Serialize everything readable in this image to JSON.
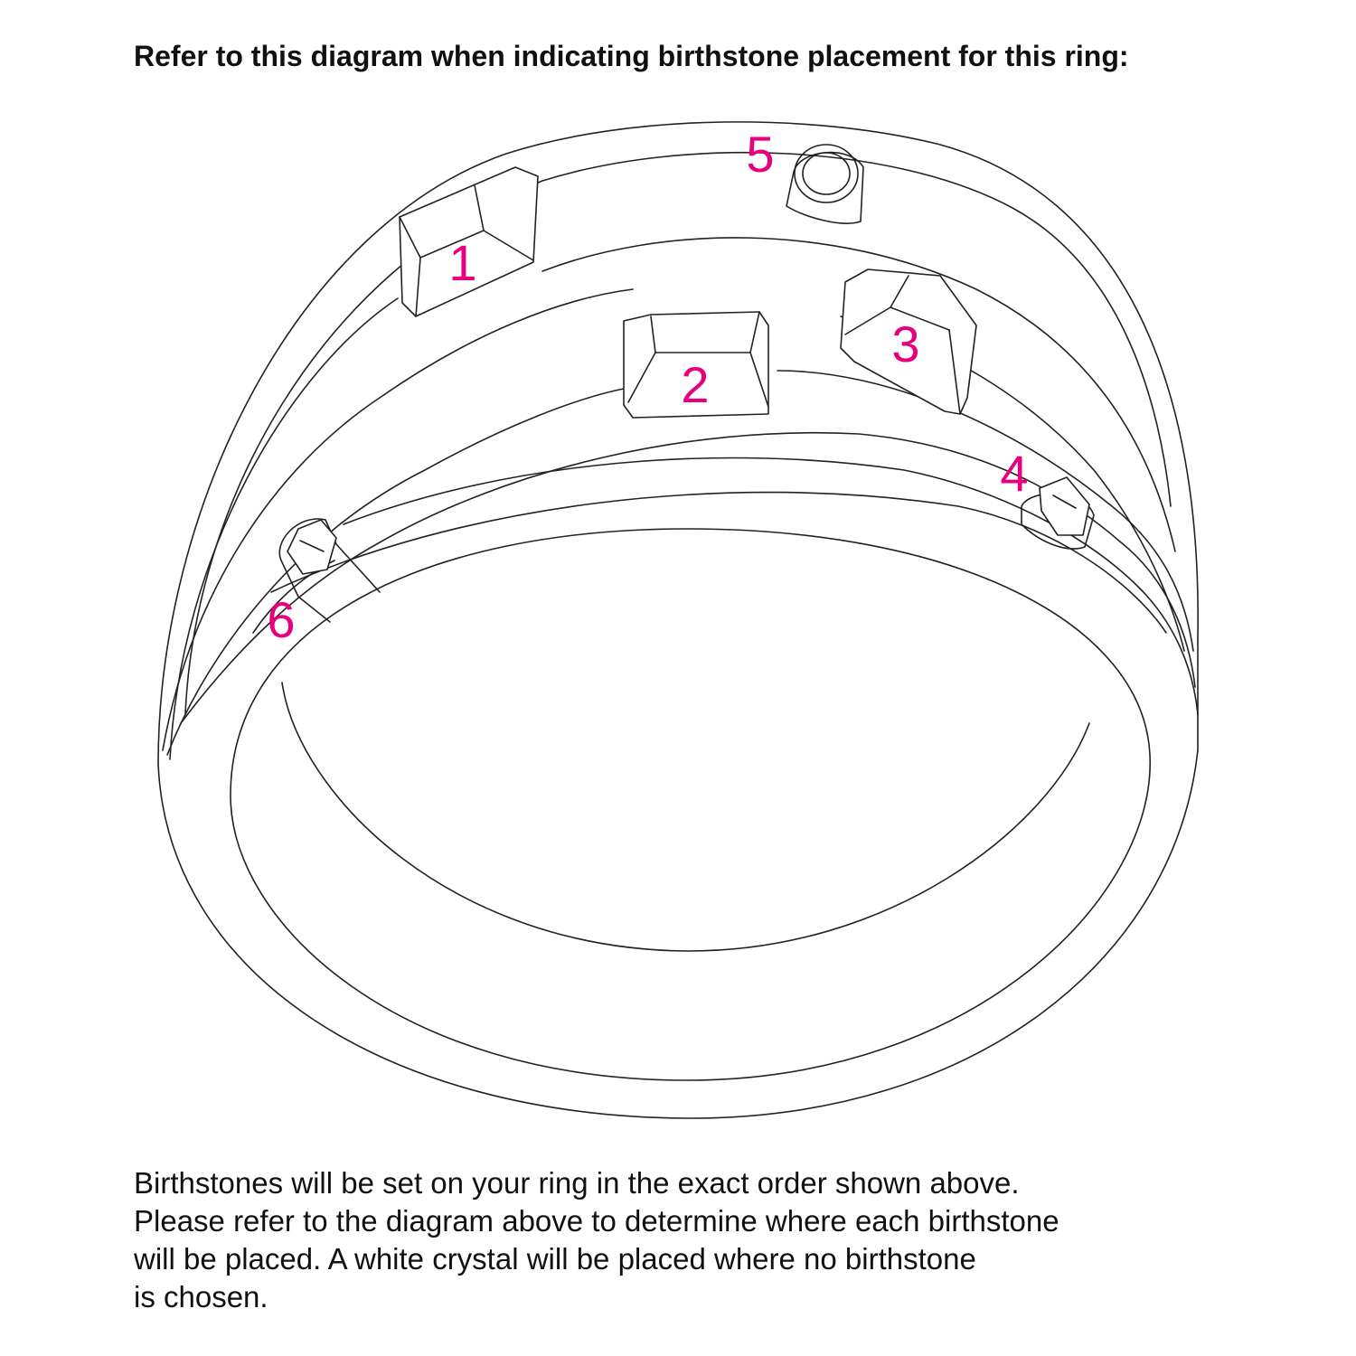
{
  "heading": "Refer to this diagram when indicating birthstone placement for this ring:",
  "colors": {
    "label": "#e6007e",
    "line": "#222222",
    "background": "#ffffff"
  },
  "stones": [
    {
      "label": "1",
      "shape": "square"
    },
    {
      "label": "2",
      "shape": "square"
    },
    {
      "label": "3",
      "shape": "square"
    },
    {
      "label": "4",
      "shape": "round"
    },
    {
      "label": "5",
      "shape": "round"
    },
    {
      "label": "6",
      "shape": "round"
    }
  ],
  "footer": {
    "line1": "Birthstones will be set on your ring in the exact order shown above.",
    "line2": "Please refer to the diagram above to determine where each birthstone",
    "line3": "will be placed. A white crystal will be placed where no birthstone",
    "line4": "is chosen."
  }
}
